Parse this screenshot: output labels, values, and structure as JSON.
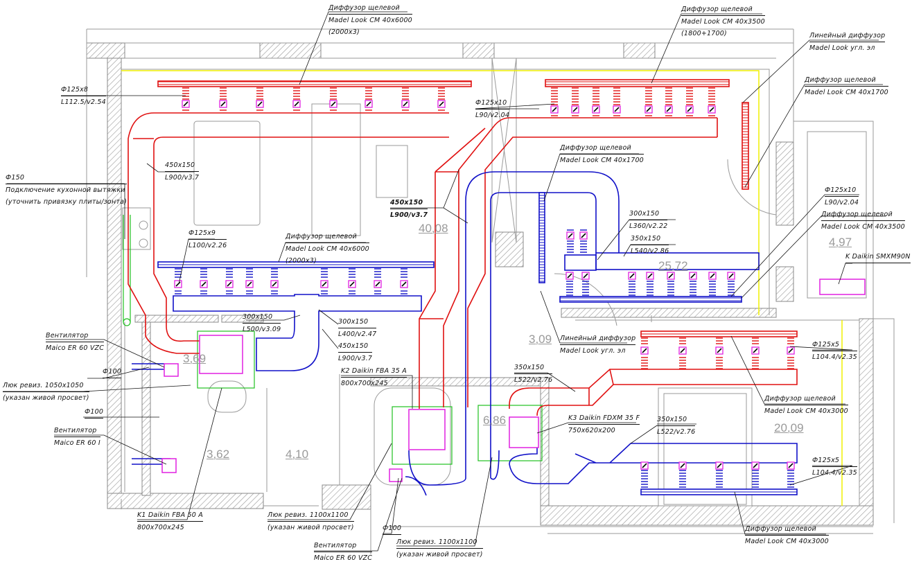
{
  "drawing": {
    "colors": {
      "supply": "#e01010",
      "return": "#1010c8",
      "unit": "#e020e0",
      "exhaust": "#20c020",
      "ceiling_line": "#f0f000",
      "wall": "#888888"
    },
    "rooms": [
      "40,08",
      "25,72",
      "4,97",
      "3,69",
      "3,62",
      "4,10",
      "3,09",
      "6,86",
      "20,09"
    ],
    "labels": {
      "top_diffuser_left": [
        "Диффузор щелевой",
        "Madel Look CM 40x6000",
        "(2000x3)"
      ],
      "tap_125x8": [
        "Ф125x8",
        "L112.5/v2.54"
      ],
      "duct_450_left": [
        "450x150",
        "L900/v3.7"
      ],
      "kitchen_hood": [
        "Ф150",
        "Подключение кухонной вытяжки",
        "(уточнить привязку плиты/зонта)"
      ],
      "tap_125x9": [
        "Ф125x9",
        "L100/v2.26"
      ],
      "mid_diffuser_left": [
        "Диффузор щелевой",
        "Madel Look CM 40x6000",
        "(2000x3)"
      ],
      "duct_450_center": [
        "450x150",
        "L900/v3.7"
      ],
      "top_diffuser_right": [
        "Диффузор щелевой",
        "Madel Look CM 40x3500",
        "(1800+1700)"
      ],
      "linear_diffuser_top": [
        "Линейный диффузор",
        "Madel Look угл. эл"
      ],
      "diffuser_1700_right": [
        "Диффузор щелевой",
        "Madel Look CM 40x1700"
      ],
      "tap_125x10_top": [
        "Ф125x10",
        "L90/v2.04"
      ],
      "diffuser_1700_center": [
        "Диффузор щелевой",
        "Madel Look CM 40x1700"
      ],
      "duct_300_360": [
        "300x150",
        "L360/v2.22"
      ],
      "duct_350_540": [
        "350x150",
        "L540/v2.86"
      ],
      "tap_125x10_right": [
        "Ф125x10",
        "L90/v2.04"
      ],
      "diffuser_3500_right": [
        "Диффузор щелевой",
        "Madel Look CM 40x3500"
      ],
      "outdoor_unit": [
        "K Daikin SMXM90N"
      ],
      "duct_300_500": [
        "300x150",
        "L500/v3.09"
      ],
      "duct_300_400": [
        "300x150",
        "L400/v2.47"
      ],
      "duct_450_lower": [
        "450x150",
        "L900/v3.7"
      ],
      "fan_vzc_left": [
        "Вентилятор",
        "Maico ER 60 VZC"
      ],
      "phi100_a": [
        "Ф100"
      ],
      "hatch_1050": [
        "Люк ревиз. 1050x1050",
        "(указан живой просвет)"
      ],
      "phi100_b": [
        "Ф100"
      ],
      "fan_i": [
        "Вентилятор",
        "Maico ER 60 I"
      ],
      "k1": [
        "K1 Daikin FBA 50 A",
        "800x700x245"
      ],
      "k2": [
        "K2 Daikin FBA 35 A",
        "800x700x245"
      ],
      "hatch_1100_a": [
        "Люк ревиз. 1100x1100",
        "(указан живой просвет)"
      ],
      "phi100_c": [
        "Ф100"
      ],
      "fan_vzc_bottom": [
        "Вентилятор",
        "Maico ER 60 VZC"
      ],
      "hatch_1100_b": [
        "Люк ревиз. 1100x1100",
        "(указан живой просвет)"
      ],
      "linear_diffuser_hall": [
        "Линейный диффузор",
        "Madel Look угл. эл"
      ],
      "tap_125x5_top": [
        "Ф125x5",
        "L104.4/v2.35"
      ],
      "duct_350_522_red": [
        "350x150",
        "L522/v2.76"
      ],
      "k3": [
        "K3 Daikin FDXM 35 F",
        "750x620x200"
      ],
      "duct_350_522_blue": [
        "350x150",
        "L522/v2.76"
      ],
      "diffuser_3000_top": [
        "Диффузор щелевой",
        "Madel Look CM 40x3000"
      ],
      "tap_125x5_bottom": [
        "Ф125x5",
        "L104.4/v2.35"
      ],
      "diffuser_3000_bottom": [
        "Диффузор щелевой",
        "Madel Look CM 40x3000"
      ]
    }
  }
}
